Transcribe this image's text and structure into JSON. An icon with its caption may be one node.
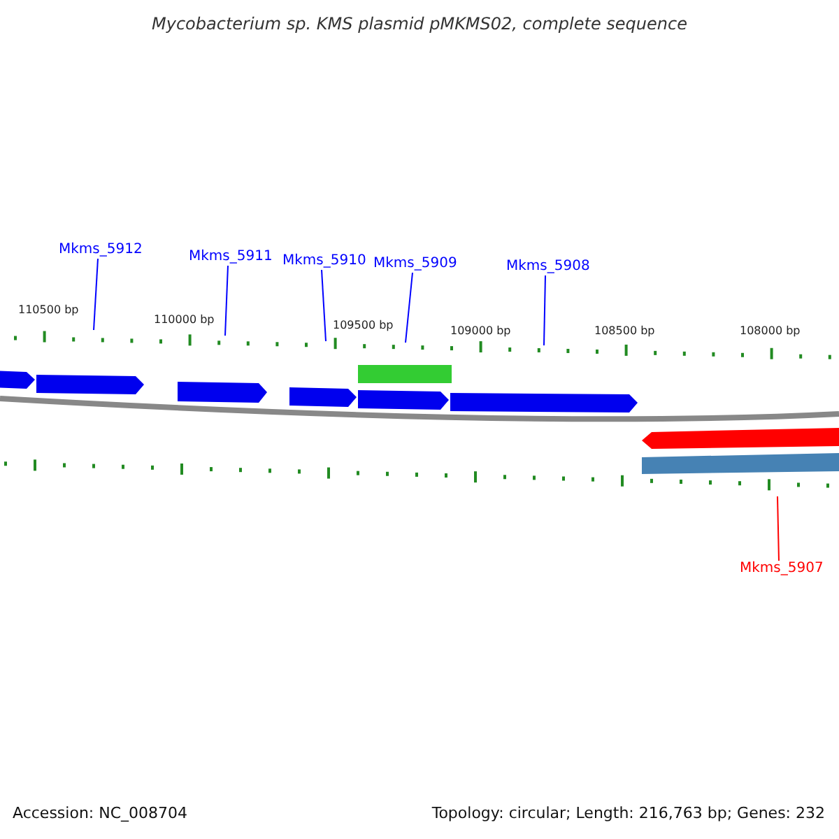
{
  "diagram": {
    "title": "Mycobacterium sp. KMS plasmid pMKMS02, complete sequence",
    "nodes": [
      {
        "text": [
          "Mkms_5912"
        ]
      },
      {
        "text": [
          "Mkms_5911"
        ]
      },
      {
        "text": [
          "Mkms_5910"
        ]
      },
      {
        "text": [
          "Mkms_5909"
        ]
      },
      {
        "text": [
          "Mkms_5908"
        ]
      },
      {
        "text": [
          "Mkms_5907"
        ]
      }
    ],
    "edges": [
      {
        "from": 0,
        "to": null,
        "arrow": "none"
      },
      {
        "from": 1,
        "to": null,
        "arrow": "none"
      },
      {
        "from": 2,
        "to": null,
        "arrow": "none"
      },
      {
        "from": 3,
        "to": null,
        "arrow": "none"
      },
      {
        "from": 4,
        "to": null,
        "arrow": "none"
      },
      {
        "from": 5,
        "to": null,
        "arrow": "none",
        "color": "#ff0000"
      }
    ],
    "labels": [
      "110500 bp",
      "110000 bp",
      "109500 bp",
      "109000 bp",
      "108500 bp",
      "108000 bp",
      "Accession: NC_008704",
      "Topology: circular; Length: 216,763 bp; Genes: 232"
    ]
  }
}
